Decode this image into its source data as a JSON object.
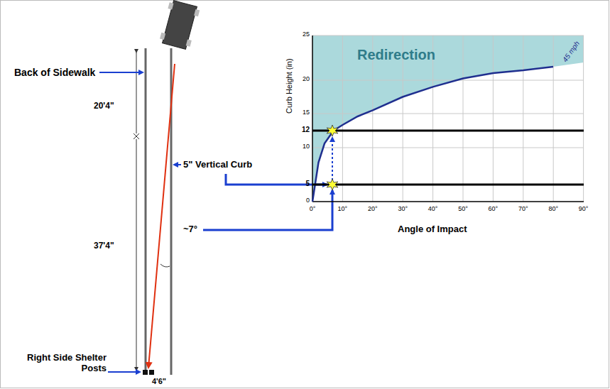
{
  "diagram": {
    "labels": [
      "Back of Sidewalk",
      "20'4\"",
      "5\" Vertical Curb",
      "37'4\"",
      "~7°",
      "Right Side Shelter Posts",
      "4'6\"",
      "Redirection",
      "Curb Height (in)",
      "Angle of Impact",
      "45 mph",
      "25",
      "20",
      "15",
      "12",
      "10",
      "5",
      "0",
      "0°",
      "10°",
      "20°",
      "30°",
      "40°",
      "50°",
      "60°",
      "70°",
      "80°",
      "90°"
    ]
  }
}
